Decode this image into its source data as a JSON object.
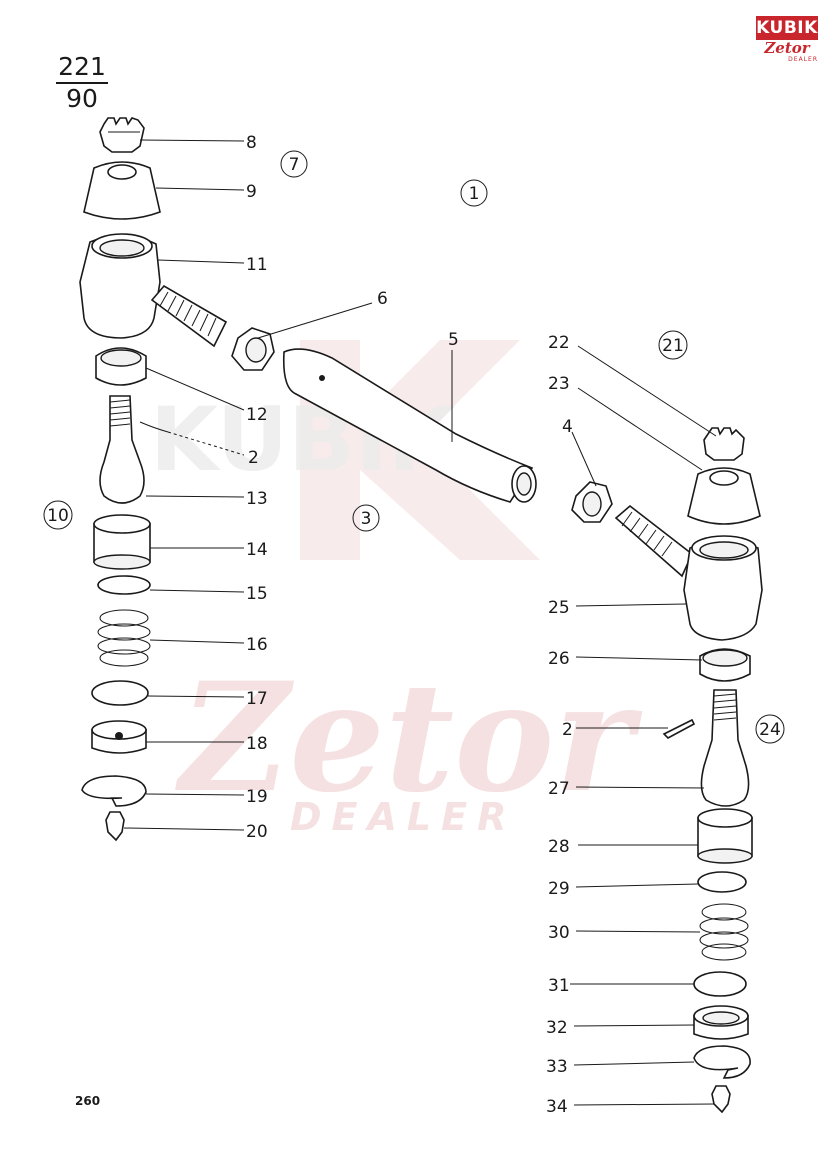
{
  "header": {
    "numerator": "221",
    "denominator": "90"
  },
  "page_number": "260",
  "logo": {
    "top": "KUBIK",
    "brand": "Zetor",
    "sub": "DEALER"
  },
  "watermark": {
    "top": "KUBIK",
    "bottom": "Zetor",
    "sub": "DEALER"
  },
  "colors": {
    "logo_red": "#c8262c",
    "watermark_red": "#f3dede",
    "line": "#1a1a1a"
  },
  "left_labels": [
    {
      "id": "8",
      "text": "8"
    },
    {
      "id": "9",
      "text": "9"
    },
    {
      "id": "11",
      "text": "11"
    },
    {
      "id": "6",
      "text": "6"
    },
    {
      "id": "12",
      "text": "12"
    },
    {
      "id": "2a",
      "text": "2"
    },
    {
      "id": "13",
      "text": "13"
    },
    {
      "id": "14",
      "text": "14"
    },
    {
      "id": "15",
      "text": "15"
    },
    {
      "id": "16",
      "text": "16"
    },
    {
      "id": "17",
      "text": "17"
    },
    {
      "id": "18",
      "text": "18"
    },
    {
      "id": "19",
      "text": "19"
    },
    {
      "id": "20",
      "text": "20"
    }
  ],
  "right_labels": [
    {
      "id": "5",
      "text": "5"
    },
    {
      "id": "22",
      "text": "22"
    },
    {
      "id": "23",
      "text": "23"
    },
    {
      "id": "4",
      "text": "4"
    },
    {
      "id": "25",
      "text": "25"
    },
    {
      "id": "26",
      "text": "26"
    },
    {
      "id": "2b",
      "text": "2"
    },
    {
      "id": "27",
      "text": "27"
    },
    {
      "id": "28",
      "text": "28"
    },
    {
      "id": "29",
      "text": "29"
    },
    {
      "id": "30",
      "text": "30"
    },
    {
      "id": "31",
      "text": "31"
    },
    {
      "id": "32",
      "text": "32"
    },
    {
      "id": "33",
      "text": "33"
    },
    {
      "id": "34",
      "text": "34"
    }
  ],
  "group_labels": [
    {
      "id": "7",
      "text": "7"
    },
    {
      "id": "1",
      "text": "1"
    },
    {
      "id": "10",
      "text": "10"
    },
    {
      "id": "3",
      "text": "3"
    },
    {
      "id": "21",
      "text": "21"
    },
    {
      "id": "24",
      "text": "24"
    }
  ]
}
